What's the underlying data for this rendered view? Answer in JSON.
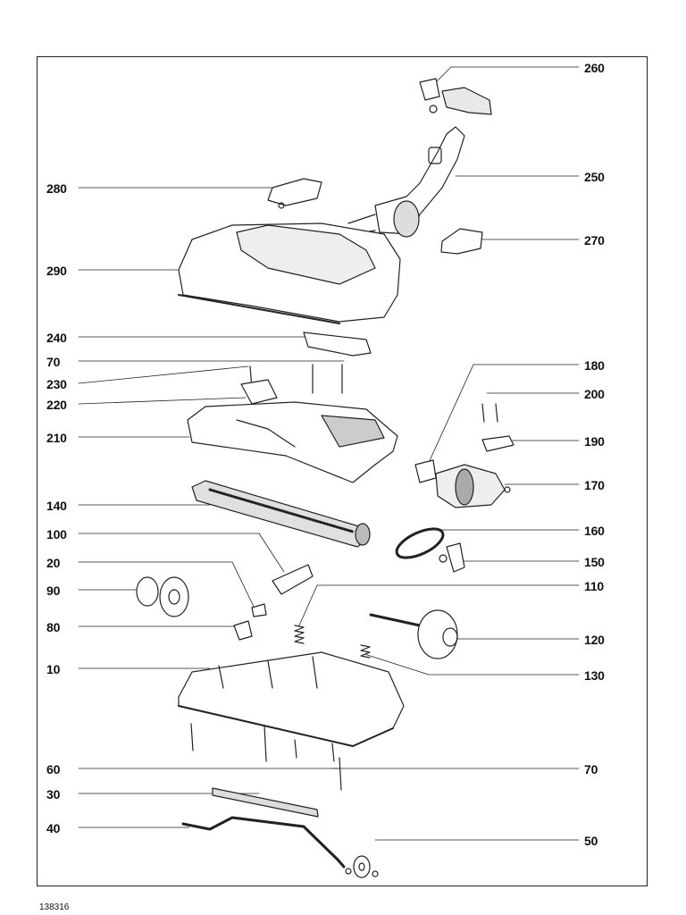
{
  "labels": {
    "l280": "280",
    "l290": "290",
    "l240": "240",
    "l70a": "70",
    "l230": "230",
    "l220": "220",
    "l210": "210",
    "l140": "140",
    "l100": "100",
    "l20": "20",
    "l90": "90",
    "l80": "80",
    "l10": "10",
    "l60": "60",
    "l30": "30",
    "l40": "40",
    "r260": "260",
    "r250": "250",
    "r270": "270",
    "r180": "180",
    "r200": "200",
    "r190": "190",
    "r170": "170",
    "r160": "160",
    "r150": "150",
    "r110": "110",
    "r120": "120",
    "r130": "130",
    "r70": "70",
    "r50": "50"
  },
  "drawing_code": "138316",
  "colors": {
    "ink": "#222222",
    "paper": "#ffffff",
    "shade": "#d8d8d8"
  }
}
